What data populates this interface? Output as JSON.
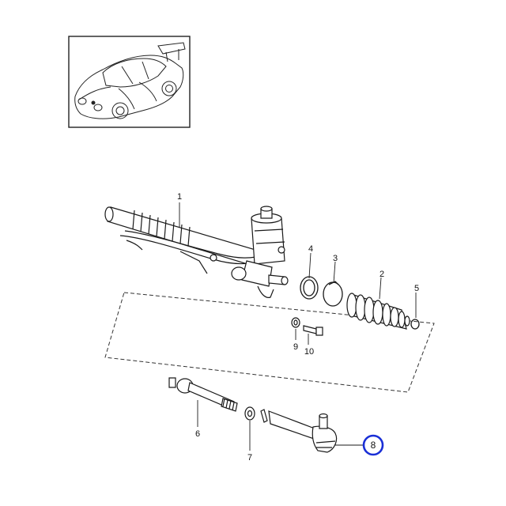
{
  "diagram": {
    "vehicle_thumbnail": {
      "icon": "porsche-911-car-icon"
    },
    "callouts": [
      {
        "id": "1",
        "label": "1"
      },
      {
        "id": "2",
        "label": "2"
      },
      {
        "id": "3",
        "label": "3"
      },
      {
        "id": "4",
        "label": "4"
      },
      {
        "id": "5",
        "label": "5"
      },
      {
        "id": "6",
        "label": "6"
      },
      {
        "id": "7",
        "label": "7"
      },
      {
        "id": "8",
        "label": "8"
      },
      {
        "id": "9",
        "label": "9"
      },
      {
        "id": "10",
        "label": "10"
      }
    ],
    "highlighted_callout": "8",
    "colors": {
      "line": "#1a1a1a",
      "highlight": "#1a2fd6",
      "background": "#ffffff"
    }
  }
}
